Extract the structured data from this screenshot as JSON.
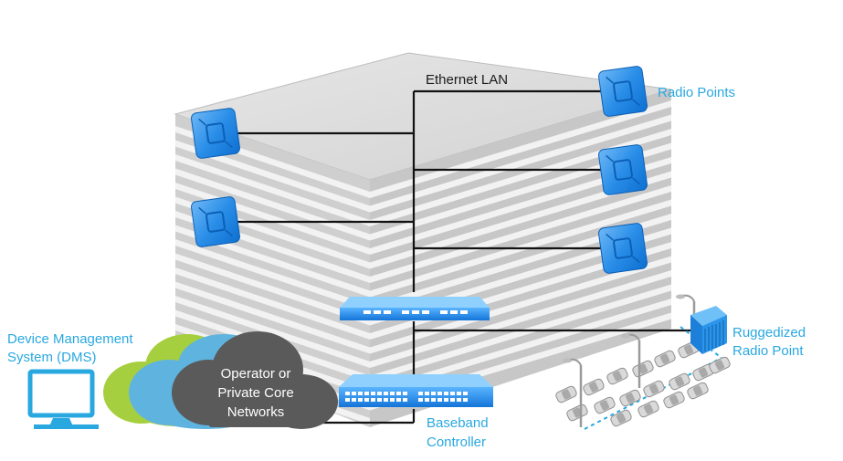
{
  "labels": {
    "ethernet_lan": "Ethernet LAN",
    "radio_points": "Radio Points",
    "ruggedized_line1": "Ruggedized",
    "ruggedized_line2": "Radio Point",
    "dms_line1": "Device Management",
    "dms_line2": "System (DMS)",
    "core_line1": "Operator or",
    "core_line2": "Private Core",
    "core_line3": "Networks",
    "baseband_line1": "Baseband",
    "baseband_line2": "Controller"
  },
  "colors": {
    "accent_blue": "#29a8e0",
    "radio_blue": "#1e90ff",
    "building_grey": "#c9c9c9",
    "cloud_green": "#a6cf3f",
    "cloud_blue": "#5fb4df",
    "cloud_dark": "#5a5a5a"
  },
  "icons": [
    "radio-point-icon",
    "switch-icon",
    "baseband-controller-icon",
    "monitor-icon",
    "cloud-icon",
    "car-icon",
    "street-light-icon"
  ]
}
